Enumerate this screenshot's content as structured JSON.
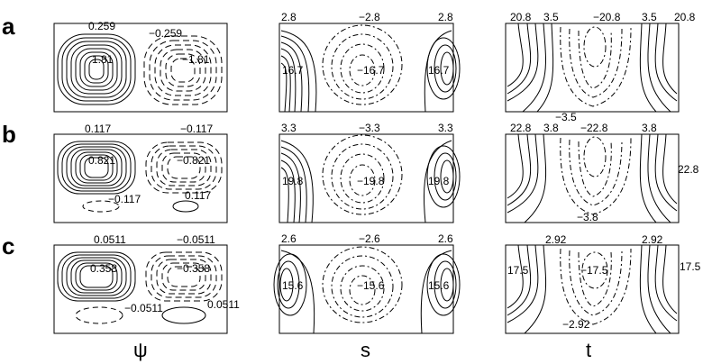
{
  "row_labels": [
    "a",
    "b",
    "c"
  ],
  "column_labels": [
    "ψ",
    "s",
    "t"
  ],
  "panels": [
    {
      "id": "a-psi",
      "labels": [
        "0.259",
        "−0.259",
        "1.81",
        "−1.81"
      ]
    },
    {
      "id": "a-s",
      "labels": [
        "2.8",
        "−2.8",
        "2.8",
        "16.7",
        "−16.7",
        "16.7"
      ]
    },
    {
      "id": "a-t",
      "labels": [
        "20.8",
        "3.5",
        "−20.8",
        "3.5",
        "20.8",
        "−3.5"
      ]
    },
    {
      "id": "b-psi",
      "labels": [
        "0.117",
        "−0.117",
        "0.821",
        "−0.821",
        "−0.117",
        "0.117"
      ]
    },
    {
      "id": "b-s",
      "labels": [
        "3.3",
        "−3.3",
        "3.3",
        "19.8",
        "−19.8",
        "19.8"
      ]
    },
    {
      "id": "b-t",
      "labels": [
        "22.8",
        "3.8",
        "−22.8",
        "3.8",
        "22.8",
        "−3.8"
      ]
    },
    {
      "id": "c-psi",
      "labels": [
        "0.0511",
        "−0.0511",
        "0.358",
        "−0.358",
        "−0.0511",
        "0.0511"
      ]
    },
    {
      "id": "c-s",
      "labels": [
        "2.6",
        "−2.6",
        "2.6",
        "15.6",
        "−15.6",
        "15.6"
      ]
    },
    {
      "id": "c-t",
      "labels": [
        "2.92",
        "2.92",
        "−17.5",
        "17.5",
        "17.5",
        "−2.92"
      ]
    }
  ]
}
